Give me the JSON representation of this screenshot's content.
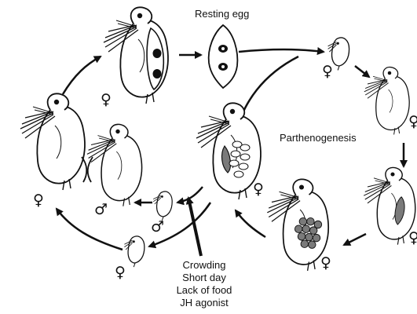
{
  "labels": {
    "resting_egg": "Resting egg",
    "parthenogenesis": "Parthenogenesis"
  },
  "symbols": {
    "female": "♀",
    "male": "♂"
  },
  "triggers": [
    "Crowding",
    "Short day",
    "Lack of food",
    "JH agonist"
  ],
  "colors": {
    "ink": "#111111",
    "egg_fill": "#7a7a7a",
    "background": "#ffffff"
  }
}
